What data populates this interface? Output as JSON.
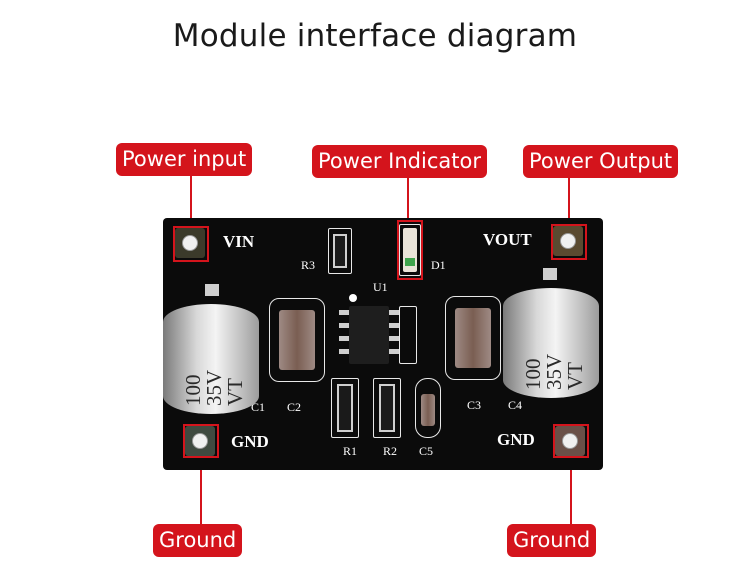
{
  "title": "Module interface diagram",
  "callouts": {
    "power_input": "Power input",
    "power_indicator": "Power Indicator",
    "power_output": "Power Output",
    "ground_left": "Ground",
    "ground_right": "Ground"
  },
  "silkscreen": {
    "vin": "VIN",
    "vout": "VOUT",
    "gnd_left": "GND",
    "gnd_right": "GND",
    "r3": "R3",
    "d1": "D1",
    "u1": "U1",
    "c1": "C1",
    "c2": "C2",
    "c3": "C3",
    "c4": "C4",
    "c5": "C5",
    "r1": "R1",
    "r2": "R2"
  },
  "capacitor_marking": {
    "line1": "100",
    "line2": "35V",
    "line3": "VT"
  },
  "colors": {
    "accent_red": "#d4141c",
    "board": "#0b0b0b"
  }
}
